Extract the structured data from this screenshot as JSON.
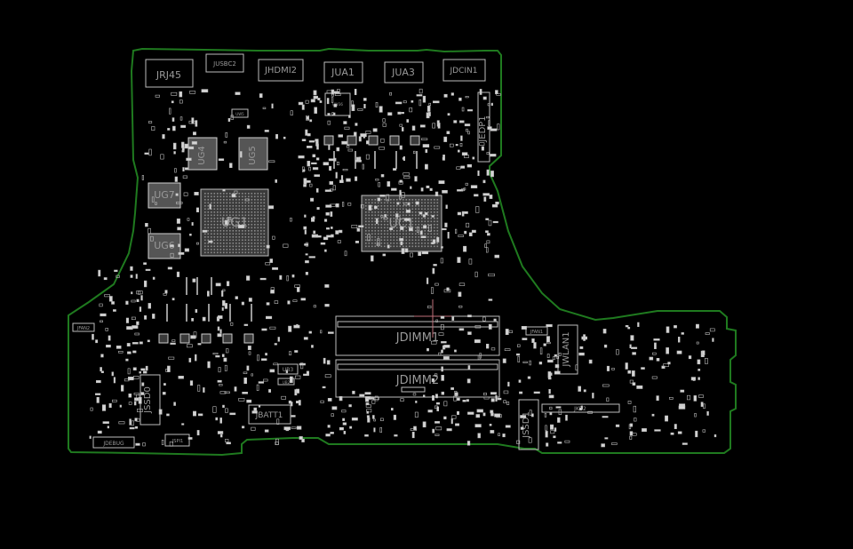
{
  "colors": {
    "background": "#000000",
    "board_outline": "#1f7a1f",
    "component_outline": "#bdbdbd",
    "label": "#9a9a9a",
    "crosshair": "#c0707a"
  },
  "labels": {
    "jrj45": "JRJ45",
    "jusbc2": "JUSBC2",
    "jhdmi2": "JHDMI2",
    "jua1": "JUA1",
    "jua3": "JUA3",
    "jdcin1": "JDCIN1",
    "jedp1": "JEDP1",
    "ug4": "UG4",
    "ug5": "UG5",
    "ug7": "UG7",
    "ug6": "UG6",
    "ug1": "UG1",
    "uc1": "UC1",
    "jdimm1": "JDIMM1",
    "jdimm2": "JDIMM2",
    "jwlan1": "JWLAN1",
    "jfan1": "JFAN1",
    "jfan2": "JFAN2",
    "jkb2": "JKB2",
    "jssd0": "JSSD0",
    "jssd1": "JSSD1",
    "jbatt1": "JBATT1",
    "jdebug": "JDEBUG",
    "jspi1": "JSPI1",
    "ub2": "UB2",
    "ub3": "UB3",
    "uw5": "UW5",
    "uw36": "UW36"
  }
}
